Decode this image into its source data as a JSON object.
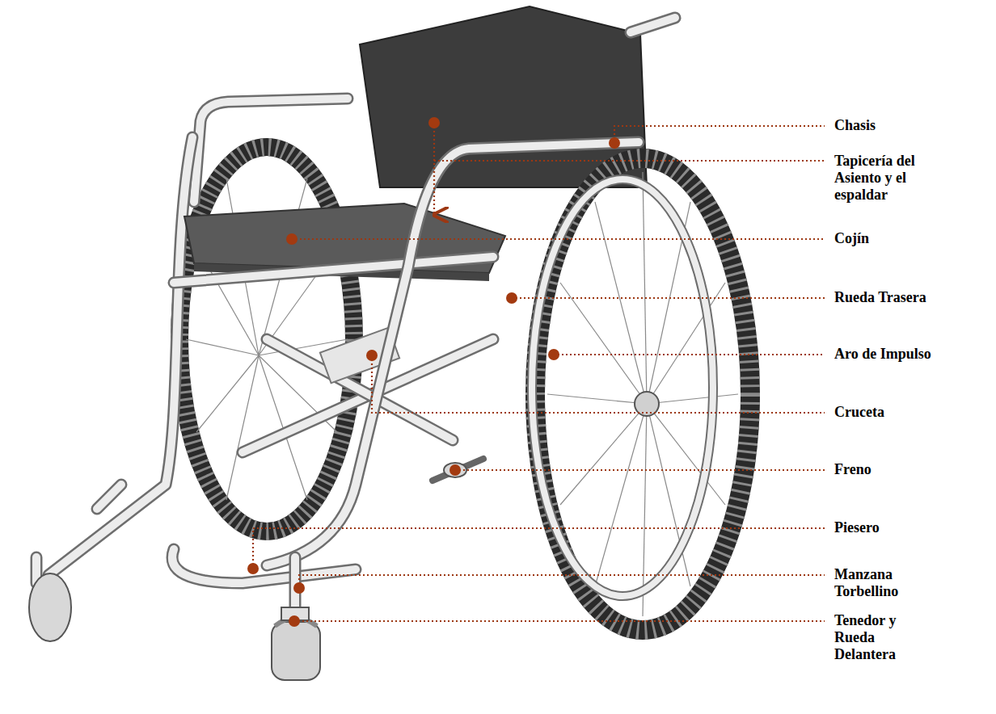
{
  "diagram": {
    "labels": [
      "Chasis",
      "Tapicería del Asiento y el espaldar",
      "Cojín",
      "Rueda Trasera",
      "Aro de Impulso",
      "Cruceta",
      "Freno",
      "Piesero",
      "Manzana Torbellino",
      "Tenedor y Rueda Delantera"
    ]
  }
}
